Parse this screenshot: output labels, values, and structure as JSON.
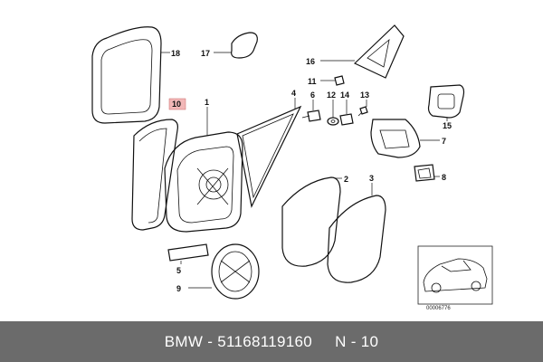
{
  "diagram": {
    "callouts": [
      "1",
      "2",
      "3",
      "4",
      "5",
      "6",
      "7",
      "8",
      "9",
      "10",
      "11",
      "12",
      "13",
      "14",
      "15",
      "16",
      "17",
      "18"
    ],
    "highlighted_callout": "10",
    "highlight_color": "#f2b8b8",
    "drawing_reference": "00006776"
  },
  "footer": {
    "brand": "BMW",
    "sep1": " - ",
    "part_number": "51168119160",
    "sep2": "     ",
    "position_code": "N - 10",
    "background": "#6b6b6b"
  }
}
